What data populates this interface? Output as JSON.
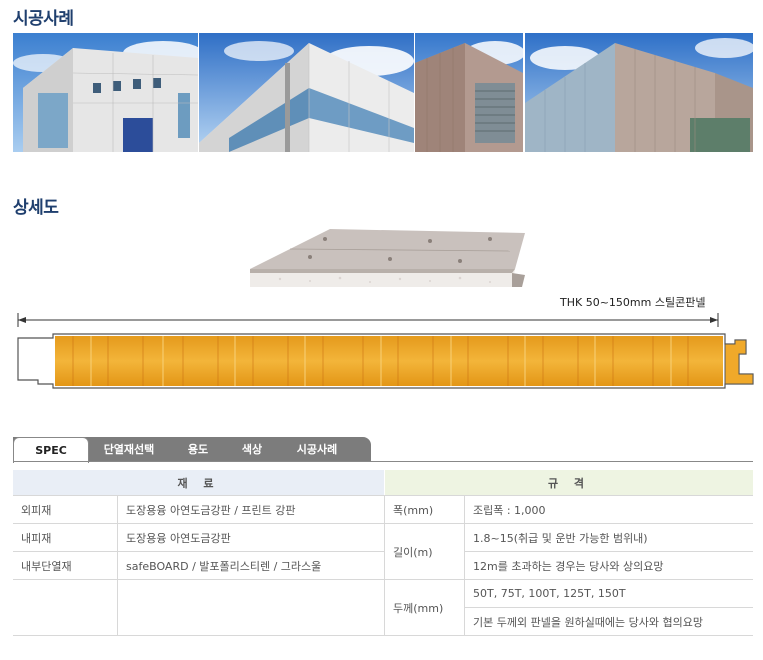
{
  "sections": {
    "cases_title": "시공사례",
    "detail_title": "상세도"
  },
  "detail": {
    "thickness_label": "THK 50~150mm 스틸콘판넬"
  },
  "tabs": [
    {
      "label": "SPEC",
      "active": true
    },
    {
      "label": "단열재선택",
      "active": false
    },
    {
      "label": "용도",
      "active": false
    },
    {
      "label": "색상",
      "active": false
    },
    {
      "label": "시공사례",
      "active": false
    }
  ],
  "spec": {
    "header_material": "재 료",
    "header_spec": "규 격",
    "rows": [
      {
        "material_name": "외피재",
        "material_value": "도장용융 아연도금강판 / 프린트 강판",
        "spec_name": "폭(mm)",
        "spec_value": "조립폭 : 1,000"
      },
      {
        "material_name": "내피재",
        "material_value": "도장용융 아연도금강판",
        "spec_name": "길이(m)",
        "spec_value": "1.8~15(취급 및 운반 가능한 범위내)"
      },
      {
        "material_name": "내부단열재",
        "material_value": "safeBOARD / 발포폴리스티렌 / 그라스울",
        "spec_name": "",
        "spec_value": "12m를 초과하는 경우는 당사와 상의요망"
      },
      {
        "material_name": "",
        "material_value": "",
        "spec_name": "두께(mm)",
        "spec_value": "50T, 75T, 100T, 125T, 150T"
      },
      {
        "material_name": "",
        "material_value": "",
        "spec_name": "",
        "spec_value": "기본 두께외 판넬을 원하실때에는 당사와 협의요망"
      }
    ]
  },
  "colors": {
    "title_blue": "#1f3f6e",
    "core_orange": "#f0a92a",
    "tab_gray": "#7c7c7c"
  }
}
